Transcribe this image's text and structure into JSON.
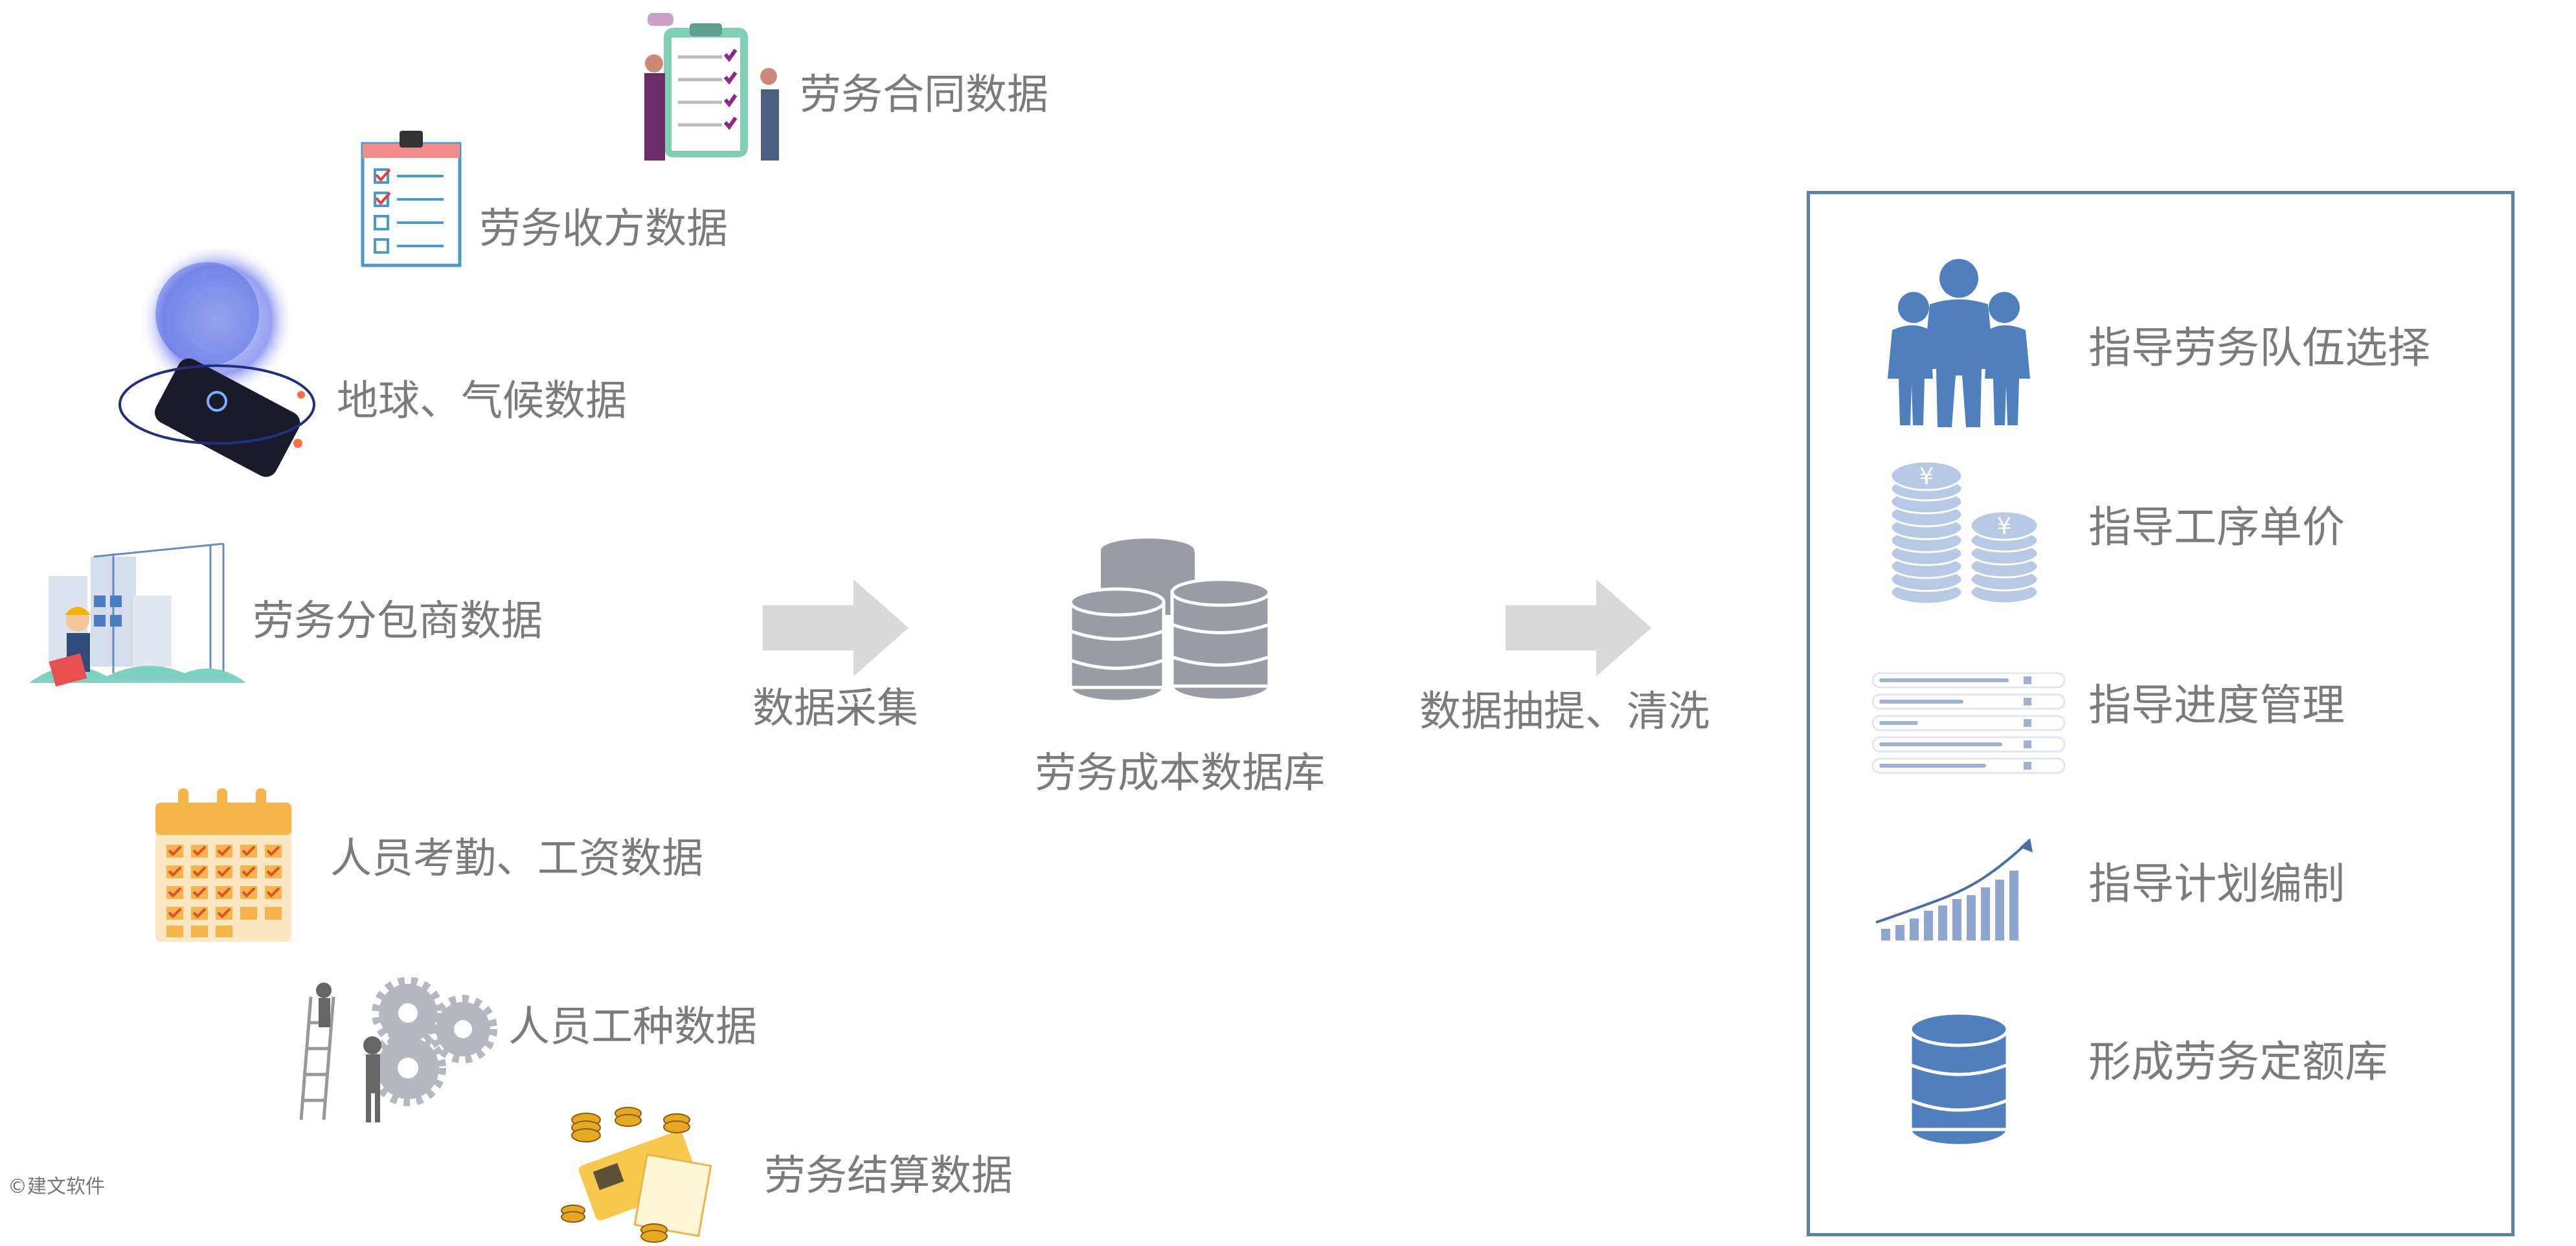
{
  "sources": [
    {
      "id": "contract",
      "label": "劳务合同数据",
      "icon": "clipboard-people-icon"
    },
    {
      "id": "receive",
      "label": "劳务收方数据",
      "icon": "checklist-icon"
    },
    {
      "id": "climate",
      "label": "地球、气候数据",
      "icon": "globe-phone-icon"
    },
    {
      "id": "subcontractor",
      "label": "劳务分包商数据",
      "icon": "construction-worker-icon"
    },
    {
      "id": "attendance",
      "label": "人员考勤、工资数据",
      "icon": "calendar-icon"
    },
    {
      "id": "worktype",
      "label": "人员工种数据",
      "icon": "gears-people-icon"
    },
    {
      "id": "settlement",
      "label": "劳务结算数据",
      "icon": "coins-bills-icon"
    }
  ],
  "flow": {
    "collect_label": "数据采集",
    "database_label": "劳务成本数据库",
    "clean_label": "数据抽提、清洗"
  },
  "outputs": [
    {
      "id": "team",
      "label": "指导劳务队伍选择",
      "icon": "people-group-icon"
    },
    {
      "id": "price",
      "label": "指导工序单价",
      "icon": "yuan-coins-icon"
    },
    {
      "id": "progress",
      "label": "指导进度管理",
      "icon": "progress-bars-icon"
    },
    {
      "id": "plan",
      "label": "指导计划编制",
      "icon": "growth-chart-icon"
    },
    {
      "id": "quota",
      "label": "形成劳务定额库",
      "icon": "database-icon"
    }
  ],
  "watermark": "建文软件",
  "colors": {
    "text": "#7b7b7b",
    "blue": "#4f7fbd",
    "panel_border": "#5a80ae",
    "arrow": "#d9d9d9",
    "db_gray": "#9a9ca4"
  }
}
